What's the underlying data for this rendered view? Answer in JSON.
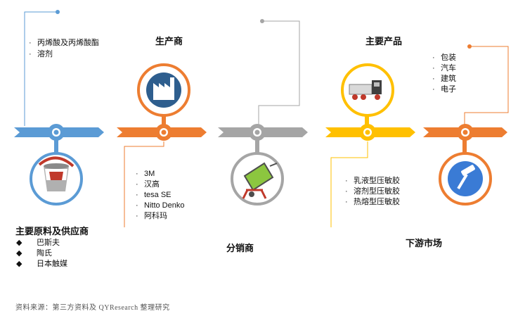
{
  "stages": {
    "raw": {
      "title": "主要原料及供应商",
      "inputs": [
        "丙烯酸及丙烯酸酯",
        "溶剂"
      ],
      "suppliers": [
        "巴斯夫",
        "陶氏",
        "日本触媒"
      ],
      "color": "#5b9bd5"
    },
    "manufacturer": {
      "title": "生产商",
      "companies": [
        "3M",
        "汉高",
        "tesa SE",
        "Nitto Denko",
        "阿科玛"
      ],
      "color": "#ed7d31"
    },
    "distributor": {
      "title": "分销商",
      "color": "#a5a5a5"
    },
    "products": {
      "title": "主要产品",
      "items": [
        "乳液型压敏胶",
        "溶剂型压敏胶",
        "热熔型压敏胶"
      ],
      "color": "#ffc000"
    },
    "downstream": {
      "title": "下游市场",
      "markets": [
        "包装",
        "汽车",
        "建筑",
        "电子"
      ],
      "color": "#ed7d31"
    }
  },
  "icons": {
    "raw": "paint-bucket-icon",
    "manufacturer": "factory-icon",
    "distributor": "cement-mixer-icon",
    "products": "truck-icon",
    "downstream": "paint-roller-icon"
  },
  "source": "资料来源：第三方资料及 QYResearch 整理研究"
}
